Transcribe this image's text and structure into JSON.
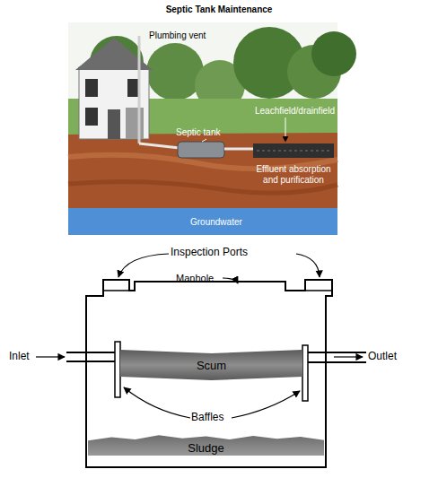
{
  "diagram": {
    "title": "Septic Tank Maintenance",
    "nodes": [
      {
        "text": [
          "Scum"
        ]
      },
      {
        "text": [
          "Sludge"
        ]
      }
    ],
    "labels": [
      "Plumbing vent",
      "Septic tank",
      "Leachfield/drainfield",
      "Effluent absorption and purification",
      "Groundwater",
      "Inspection Ports",
      "Manhole",
      "Inlet",
      "Outlet",
      "Baffles"
    ]
  }
}
